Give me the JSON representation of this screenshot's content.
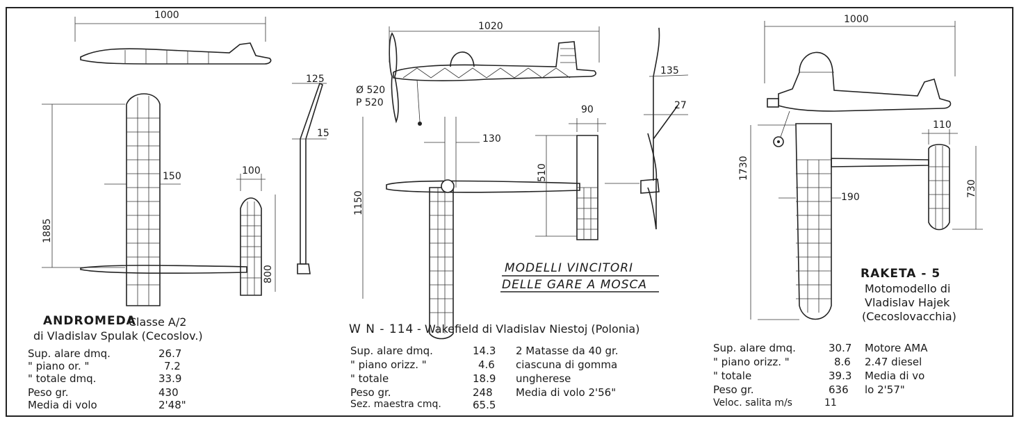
{
  "title": {
    "line1": "MODELLI VINCITORI",
    "line2": "DELLE GARE A MOSCA"
  },
  "models": [
    {
      "name": "ANDROMEDA",
      "subtitle": "- Classe A/2",
      "author": "di Vladislav Spulak (Cecoslov.)",
      "dims": {
        "span": "1000",
        "wing": "1885",
        "chord": "150",
        "tail_chord": "100",
        "tail_span": "800",
        "fin_top": "125",
        "fin": "15"
      },
      "specs": [
        {
          "label": "Sup. alare dmq.",
          "value": "26.7"
        },
        {
          "label": "\" piano or.   \"",
          "value": "7.2"
        },
        {
          "label": "\" totale dmq.",
          "value": "33.9"
        },
        {
          "label": "Peso        gr.",
          "value": "430"
        },
        {
          "label": "Media di volo",
          "value": "2'48\""
        }
      ]
    },
    {
      "name": "W N - 114",
      "subtitle": "- Wakefield di Vladislav Niestoj (Polonia)",
      "dims": {
        "span": "1020",
        "prop_dia": "Ø 520",
        "prop_pitch": "P 520",
        "wing": "1150",
        "chord": "130",
        "tail_chord": "90",
        "tail_span": "510",
        "fin_top": "135",
        "fin": "27"
      },
      "specs": [
        {
          "label": "Sup. alare dmq.",
          "value": "14.3"
        },
        {
          "label": "\" piano orizz. \"",
          "value": "4.6"
        },
        {
          "label": "\" totale",
          "value": "18.9"
        },
        {
          "label": "Peso        gr.",
          "value": "248"
        },
        {
          "label": "Sez. maestra cmq.",
          "value": "65.5"
        }
      ],
      "notes": [
        "2 Matasse da 40 gr.",
        "ciascuna di gomma",
        "ungherese",
        "Media di volo  2'56\""
      ]
    },
    {
      "name": "RAKETA - 5",
      "subtitle_lines": [
        "Motomodello di",
        "Vladislav Hajek",
        "(Cecoslovacchia)"
      ],
      "dims": {
        "span": "1000",
        "wing": "1730",
        "chord": "190",
        "tail_chord": "110",
        "tail_span": "730"
      },
      "specs": [
        {
          "label": "Sup. alare dmq.",
          "value": "30.7"
        },
        {
          "label": "\" piano orizz. \"",
          "value": "8.6"
        },
        {
          "label": "\" totale",
          "value": "39.3"
        },
        {
          "label": "Peso       gr.",
          "value": "636"
        },
        {
          "label": "Veloc. salita m/s",
          "value": "11"
        }
      ],
      "notes": [
        "Motore AMA",
        "2.47 diesel",
        "Media di vo",
        "lo  2'57\""
      ]
    }
  ]
}
